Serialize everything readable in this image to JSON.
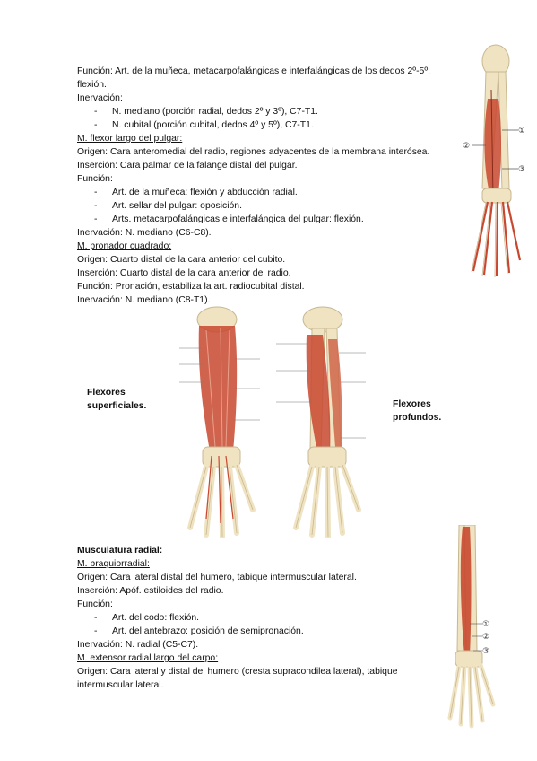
{
  "block1": {
    "funcion": "Función: Art. de la muñeca, metacarpofalángicas e interfalángicas de los dedos 2º-5º:",
    "funcion_cont": "flexión.",
    "inervacion_label": "Inervación:",
    "inerv_items": [
      "N. mediano (porción radial, dedos 2º y 3º), C7-T1.",
      "N. cubital (porción cubital, dedos 4º y 5º), C7-T1."
    ]
  },
  "flexor_largo": {
    "title": "M. flexor largo del pulgar:",
    "origen": "Origen: Cara anteromedial del radio, regiones adyacentes de la membrana interósea.",
    "insercion": "Inserción: Cara palmar de la falange distal del pulgar.",
    "funcion_label": "Función:",
    "funcion_items": [
      "Art. de la muñeca: flexión y abducción radial.",
      "Art. sellar del pulgar: oposición.",
      "Arts. metacarpofalángicas e interfalángica del pulgar: flexión."
    ],
    "inervacion": "Inervación: N. mediano (C6-C8)."
  },
  "pronador": {
    "title": "M. pronador cuadrado:",
    "origen": "Origen: Cuarto distal de la cara anterior del cubito.",
    "insercion": "Inserción: Cuarto distal de la cara anterior del radio.",
    "funcion": "Función: Pronación, estabiliza la art. radiocubital distal.",
    "inervacion": "Inervación: N. mediano (C8-T1)."
  },
  "figure_labels": {
    "left": [
      "Flexores",
      "superficiales."
    ],
    "right": [
      "Flexores",
      "profundos."
    ]
  },
  "radial": {
    "heading": "Musculatura radial:",
    "braquio_title": "M. braquiorradial:",
    "braquio_origen": "Origen: Cara lateral distal del humero, tabique intermuscular lateral.",
    "braquio_insercion": "Inserción: Apóf. estiloides del radio.",
    "funcion_label": "Función:",
    "funcion_items": [
      "Art. del codo: flexión.",
      "Art. del antebrazo: posición de semipronación."
    ],
    "inervacion": "Inervación: N. radial (C5-C7).",
    "extensor_title": "M. extensor radial largo del carpo:",
    "extensor_origen": "Origen: Cara lateral y distal del humero (cresta supracondilea lateral), tabique",
    "extensor_origen_cont": "intermuscular lateral."
  },
  "callout_numbers": [
    "①",
    "②",
    "③"
  ],
  "colors": {
    "muscle": "#c8482f",
    "muscle_light": "#e08a6a",
    "bone": "#efe3c2",
    "bone_edge": "#c8b891"
  }
}
